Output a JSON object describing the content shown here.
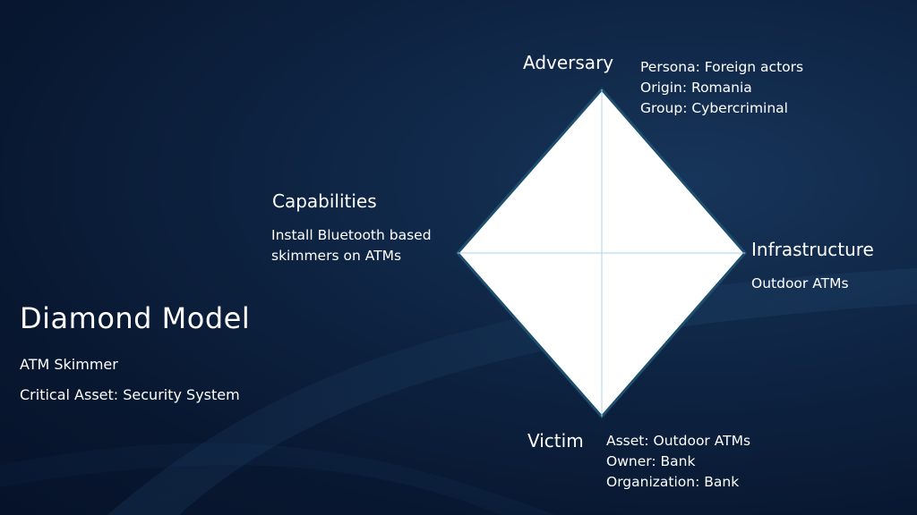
{
  "slide": {
    "title": "Diamond Model",
    "subtitle": "ATM Skimmer",
    "critical_asset": "Critical Asset: Security System"
  },
  "nodes": {
    "adversary": {
      "label": "Adversary",
      "details": [
        "Persona: Foreign actors",
        "Origin: Romania",
        "Group: Cybercriminal"
      ]
    },
    "capabilities": {
      "label": "Capabilities",
      "details": [
        "Install Bluetooth based",
        "skimmers on ATMs"
      ]
    },
    "infrastructure": {
      "label": "Infrastructure",
      "details": [
        "Outdoor ATMs"
      ]
    },
    "victim": {
      "label": "Victim",
      "details": [
        "Asset:  Outdoor ATMs",
        "Owner: Bank",
        "Organization: Bank"
      ]
    }
  },
  "colors": {
    "background": "#0b1d38",
    "diamond_fill": "#ffffff",
    "diamond_border": "#1d4e6e",
    "axis_lines": "#a9d3ec",
    "text": "#ffffff"
  }
}
